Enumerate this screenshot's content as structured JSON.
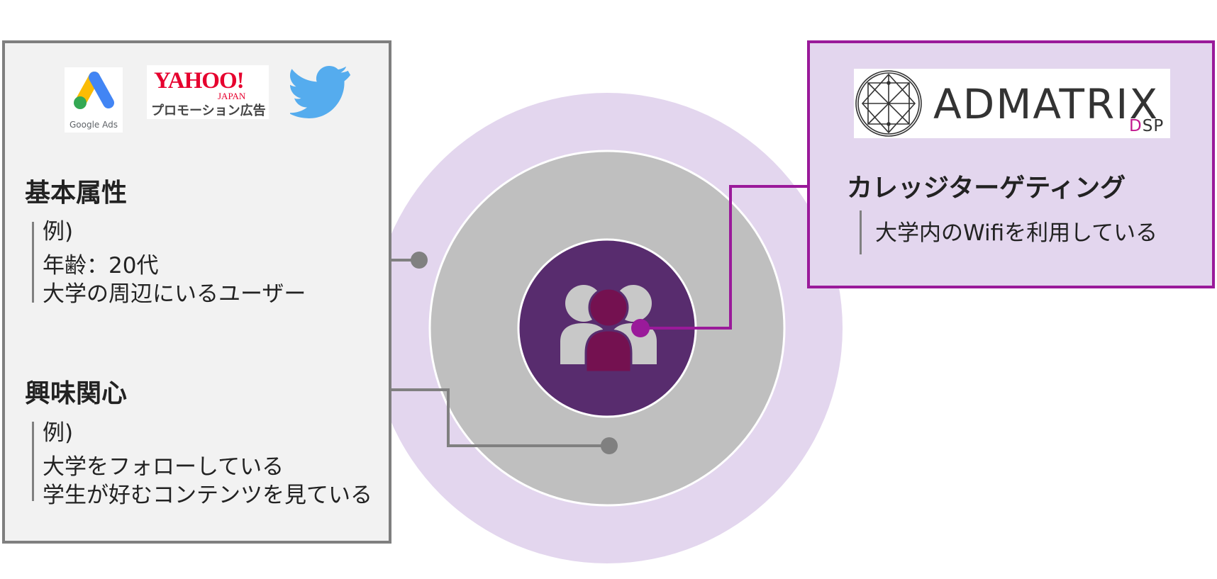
{
  "left_panel": {
    "logos": {
      "google_ads_caption": "Google Ads",
      "yahoo_wordmark": "YAHOO!",
      "yahoo_japan": "JAPAN",
      "yahoo_promo": "プロモーション広告"
    },
    "basic": {
      "title": "基本属性",
      "example_label": "例)",
      "line1": "年齢：20代",
      "line2": "大学の周辺にいるユーザー"
    },
    "interest": {
      "title": "興味関心",
      "example_label": "例)",
      "line1": "大学をフォローしている",
      "line2": "学生が好むコンテンツを見ている"
    }
  },
  "right_panel": {
    "logo": {
      "wordmark": "ADMATRIX",
      "sub_first": "D",
      "sub_rest": "SP"
    },
    "title": "カレッジターゲティング",
    "description": "大学内のWifiを利用している"
  },
  "colors": {
    "outer_ring": "#e3d6ee",
    "middle_ring": "#bfbfbf",
    "inner_circle": "#582c6e",
    "accent": "#9a1a9a",
    "connector_gray": "#808080",
    "figure_light": "#c8c8c8",
    "figure_dark": "#741150"
  }
}
